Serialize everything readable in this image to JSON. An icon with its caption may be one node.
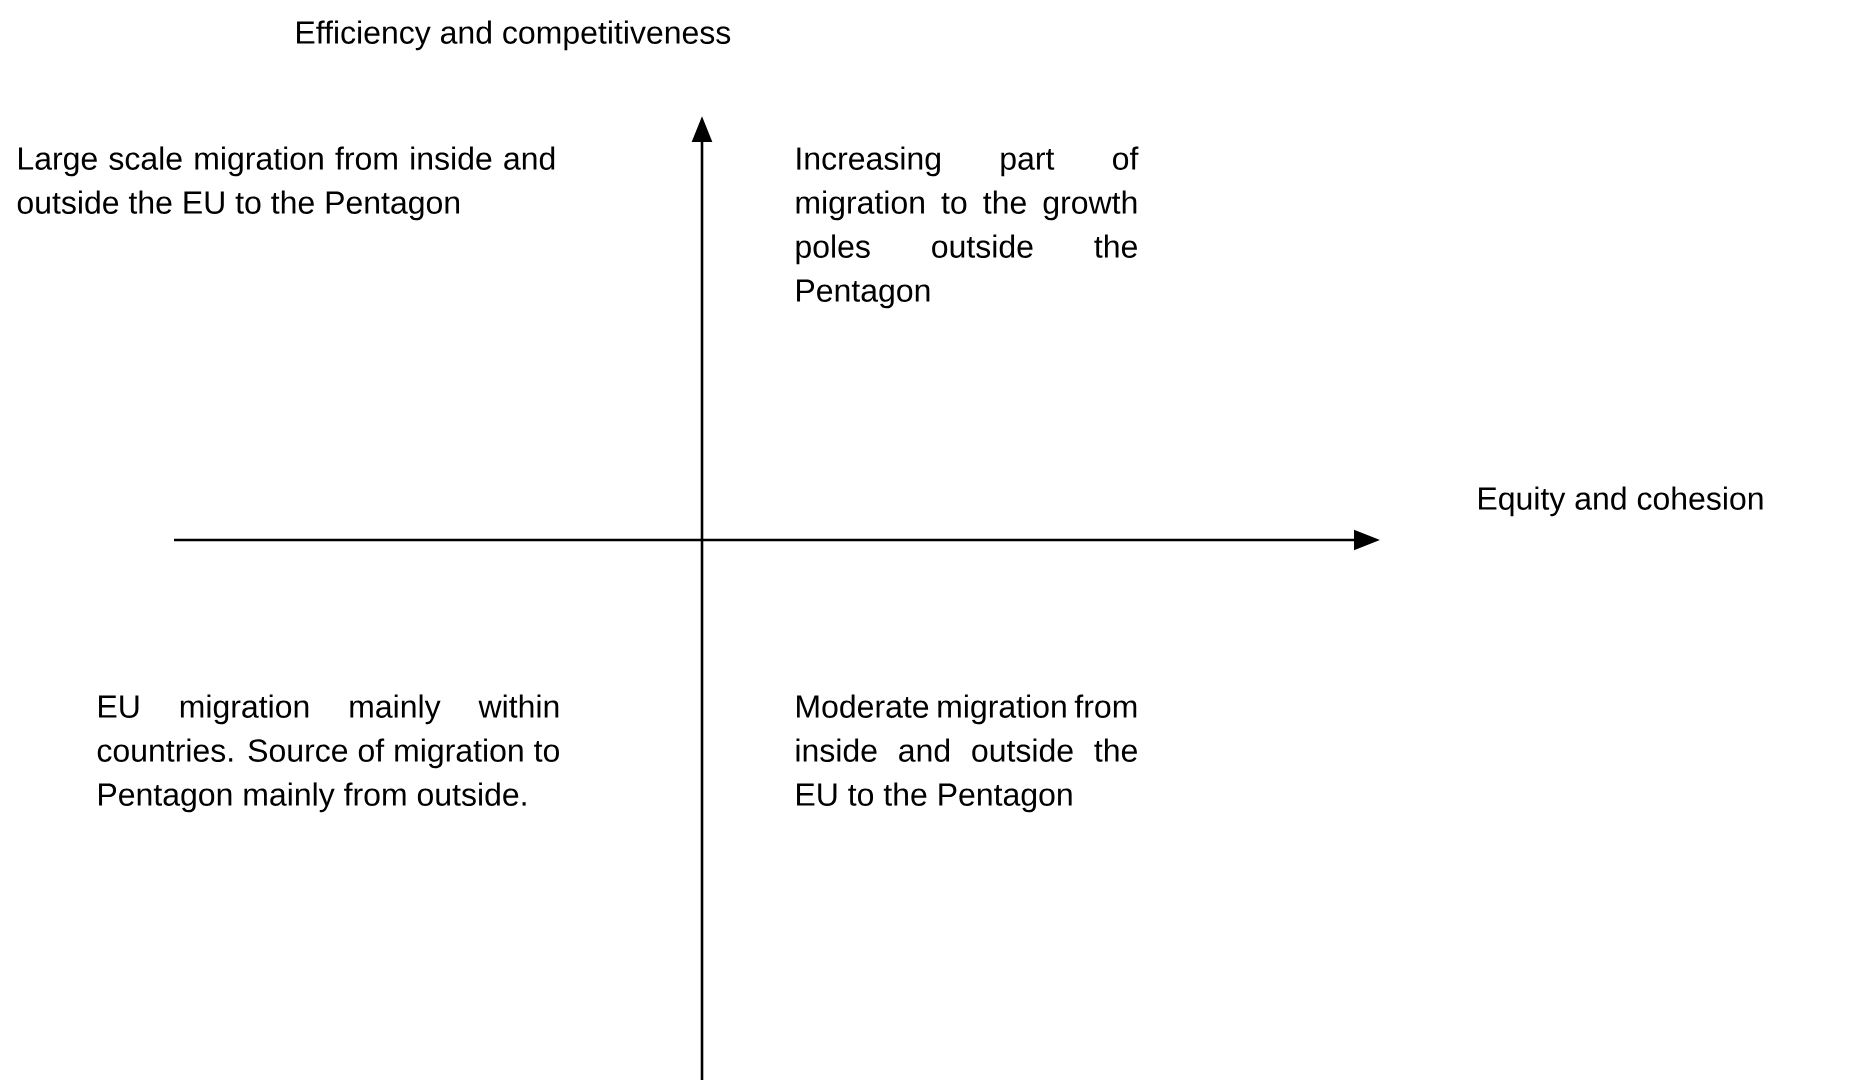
{
  "diagram": {
    "labels": [
      "Efficiency and competitiveness",
      "Large scale migration from inside and outside the EU to the Pentagon",
      "Increasing part of migration to the growth poles outside the Pentagon",
      "Equity and cohesion",
      "EU migration mainly within countries. Source of migration to Pentagon mainly from outside.",
      "Moderate migration from inside and outside the EU to the Pentagon"
    ]
  }
}
